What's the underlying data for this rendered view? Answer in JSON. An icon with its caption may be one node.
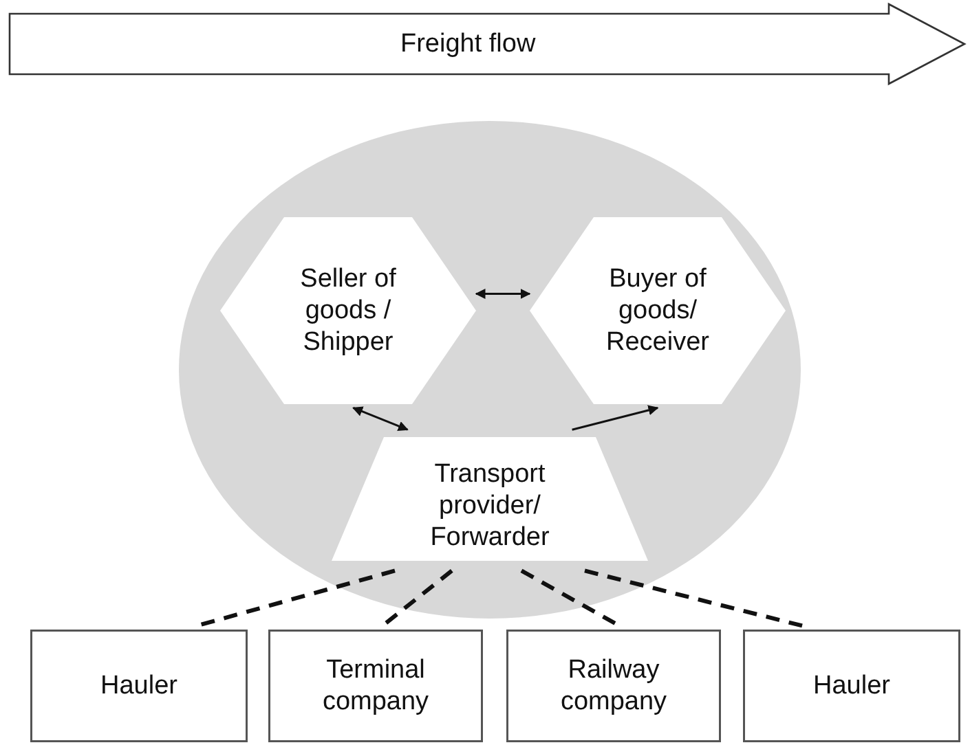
{
  "diagram": {
    "nodes": [
      {
        "text": [
          "Freight flow"
        ]
      },
      {
        "text": [],
        "shape": "ellipse"
      },
      {
        "text": [
          "Seller of goods / Shipper"
        ],
        "in": 1
      },
      {
        "text": [
          "Buyer of goods/ Receiver"
        ],
        "in": 1
      },
      {
        "text": [
          "Transport provider/ Forwarder"
        ],
        "in": 1
      },
      {
        "text": [
          "Hauler"
        ]
      },
      {
        "text": [
          "Terminal company"
        ]
      },
      {
        "text": [
          "Railway company"
        ]
      },
      {
        "text": [
          "Hauler"
        ]
      }
    ],
    "edges": [
      {
        "from": 2,
        "to": 3,
        "arrow": "both"
      },
      {
        "from": 2,
        "to": 4,
        "arrow": "both"
      },
      {
        "from": 4,
        "to": 3,
        "arrow": "to"
      },
      {
        "from": 4,
        "to": 5,
        "arrow": "none",
        "style": "dashed"
      },
      {
        "from": 4,
        "to": 6,
        "arrow": "none",
        "style": "dashed"
      },
      {
        "from": 4,
        "to": 7,
        "arrow": "none",
        "style": "dashed"
      },
      {
        "from": 4,
        "to": 8,
        "arrow": "none",
        "style": "dashed"
      }
    ]
  }
}
